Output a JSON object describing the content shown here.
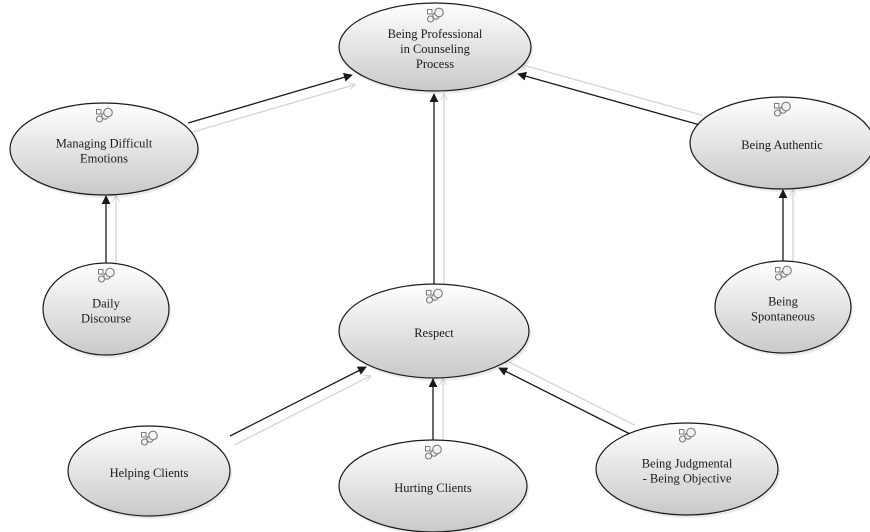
{
  "colors": {
    "node_fill_light": "#ffffff",
    "node_fill_dark": "#c9c9c9",
    "node_stroke": "#1a1a1a",
    "arrow": "#1a1a1a",
    "ghost_arrow": "#d4d4d4",
    "icon": "#7a7a7a"
  },
  "icon_name": "code-group-icon",
  "nodes": [
    {
      "id": "professional",
      "lines": [
        "Being Professional",
        "in Counseling",
        "Process"
      ]
    },
    {
      "id": "emotions",
      "lines": [
        "Managing Difficult",
        "Emotions"
      ]
    },
    {
      "id": "authentic",
      "lines": [
        "Being Authentic"
      ]
    },
    {
      "id": "discourse",
      "lines": [
        "Daily",
        "Discourse"
      ]
    },
    {
      "id": "respect",
      "lines": [
        "Respect"
      ]
    },
    {
      "id": "spontaneous",
      "lines": [
        "Being",
        "Spontaneous"
      ]
    },
    {
      "id": "helping",
      "lines": [
        "Helping Clients"
      ]
    },
    {
      "id": "hurting",
      "lines": [
        "Hurting Clients"
      ]
    },
    {
      "id": "judgmental",
      "lines": [
        "Being Judgmental",
        "- Being Objective"
      ]
    }
  ],
  "links": [
    {
      "from": "emotions",
      "to": "professional"
    },
    {
      "from": "respect",
      "to": "professional"
    },
    {
      "from": "authentic",
      "to": "professional"
    },
    {
      "from": "discourse",
      "to": "emotions"
    },
    {
      "from": "spontaneous",
      "to": "authentic"
    },
    {
      "from": "helping",
      "to": "respect"
    },
    {
      "from": "hurting",
      "to": "respect"
    },
    {
      "from": "judgmental",
      "to": "respect"
    }
  ]
}
